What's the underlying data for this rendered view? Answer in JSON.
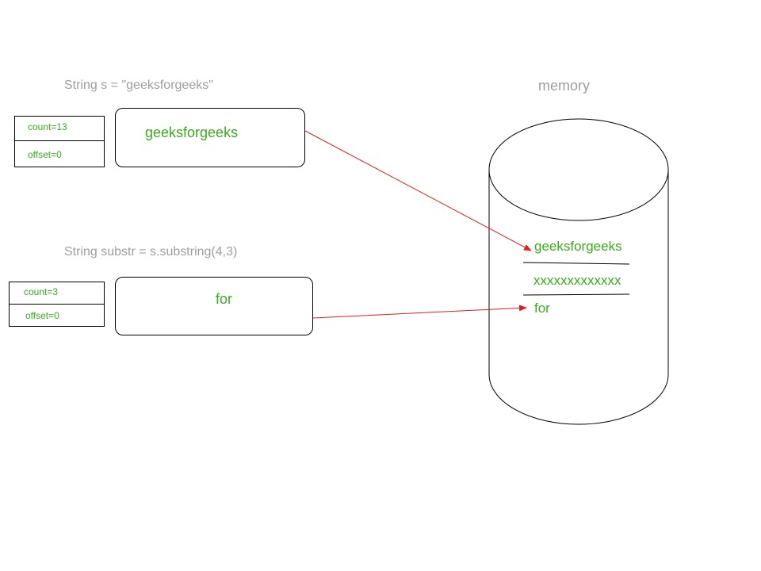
{
  "strings": [
    {
      "declaration": "String s = \"geeksforgeeks\"",
      "count_label": "count=13",
      "offset_label": "offset=0",
      "value": "geeksforgeeks"
    },
    {
      "declaration": "String substr = s.substring(4,3)",
      "count_label": "count=3",
      "offset_label": "offset=0",
      "value": "for"
    }
  ],
  "memory": {
    "title": "memory",
    "entries": [
      "geeksforgeeks",
      "xxxxxxxxxxxxx",
      "for"
    ]
  },
  "colors": {
    "text_green": "#3aab1f",
    "caption_grey": "#9e9e9e",
    "arrow_red": "#e02020",
    "outline": "#000000"
  }
}
